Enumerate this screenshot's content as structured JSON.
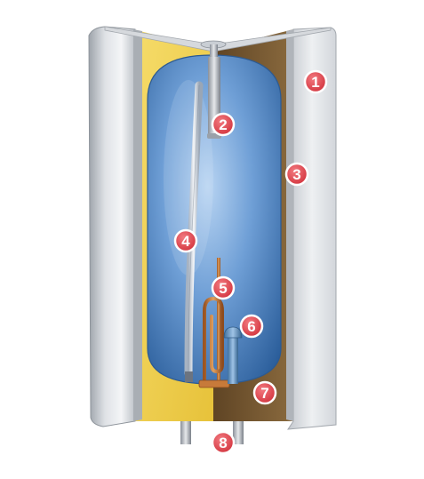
{
  "callouts": [
    {
      "id": "1",
      "label": "1"
    },
    {
      "id": "2",
      "label": "2"
    },
    {
      "id": "3",
      "label": "3"
    },
    {
      "id": "4",
      "label": "4"
    },
    {
      "id": "5",
      "label": "5"
    },
    {
      "id": "6",
      "label": "6"
    },
    {
      "id": "7",
      "label": "7"
    },
    {
      "id": "8",
      "label": "8"
    }
  ],
  "colors": {
    "callout_fill": "#e0404a",
    "callout_stroke": "#ffffff",
    "tank_blue": "#6f9fd6",
    "insulation_yellow": "#f0d04a",
    "insulation_brown": "#7a5a32",
    "casing_grey": "#c8ccd2",
    "copper": "#c77a3a"
  }
}
